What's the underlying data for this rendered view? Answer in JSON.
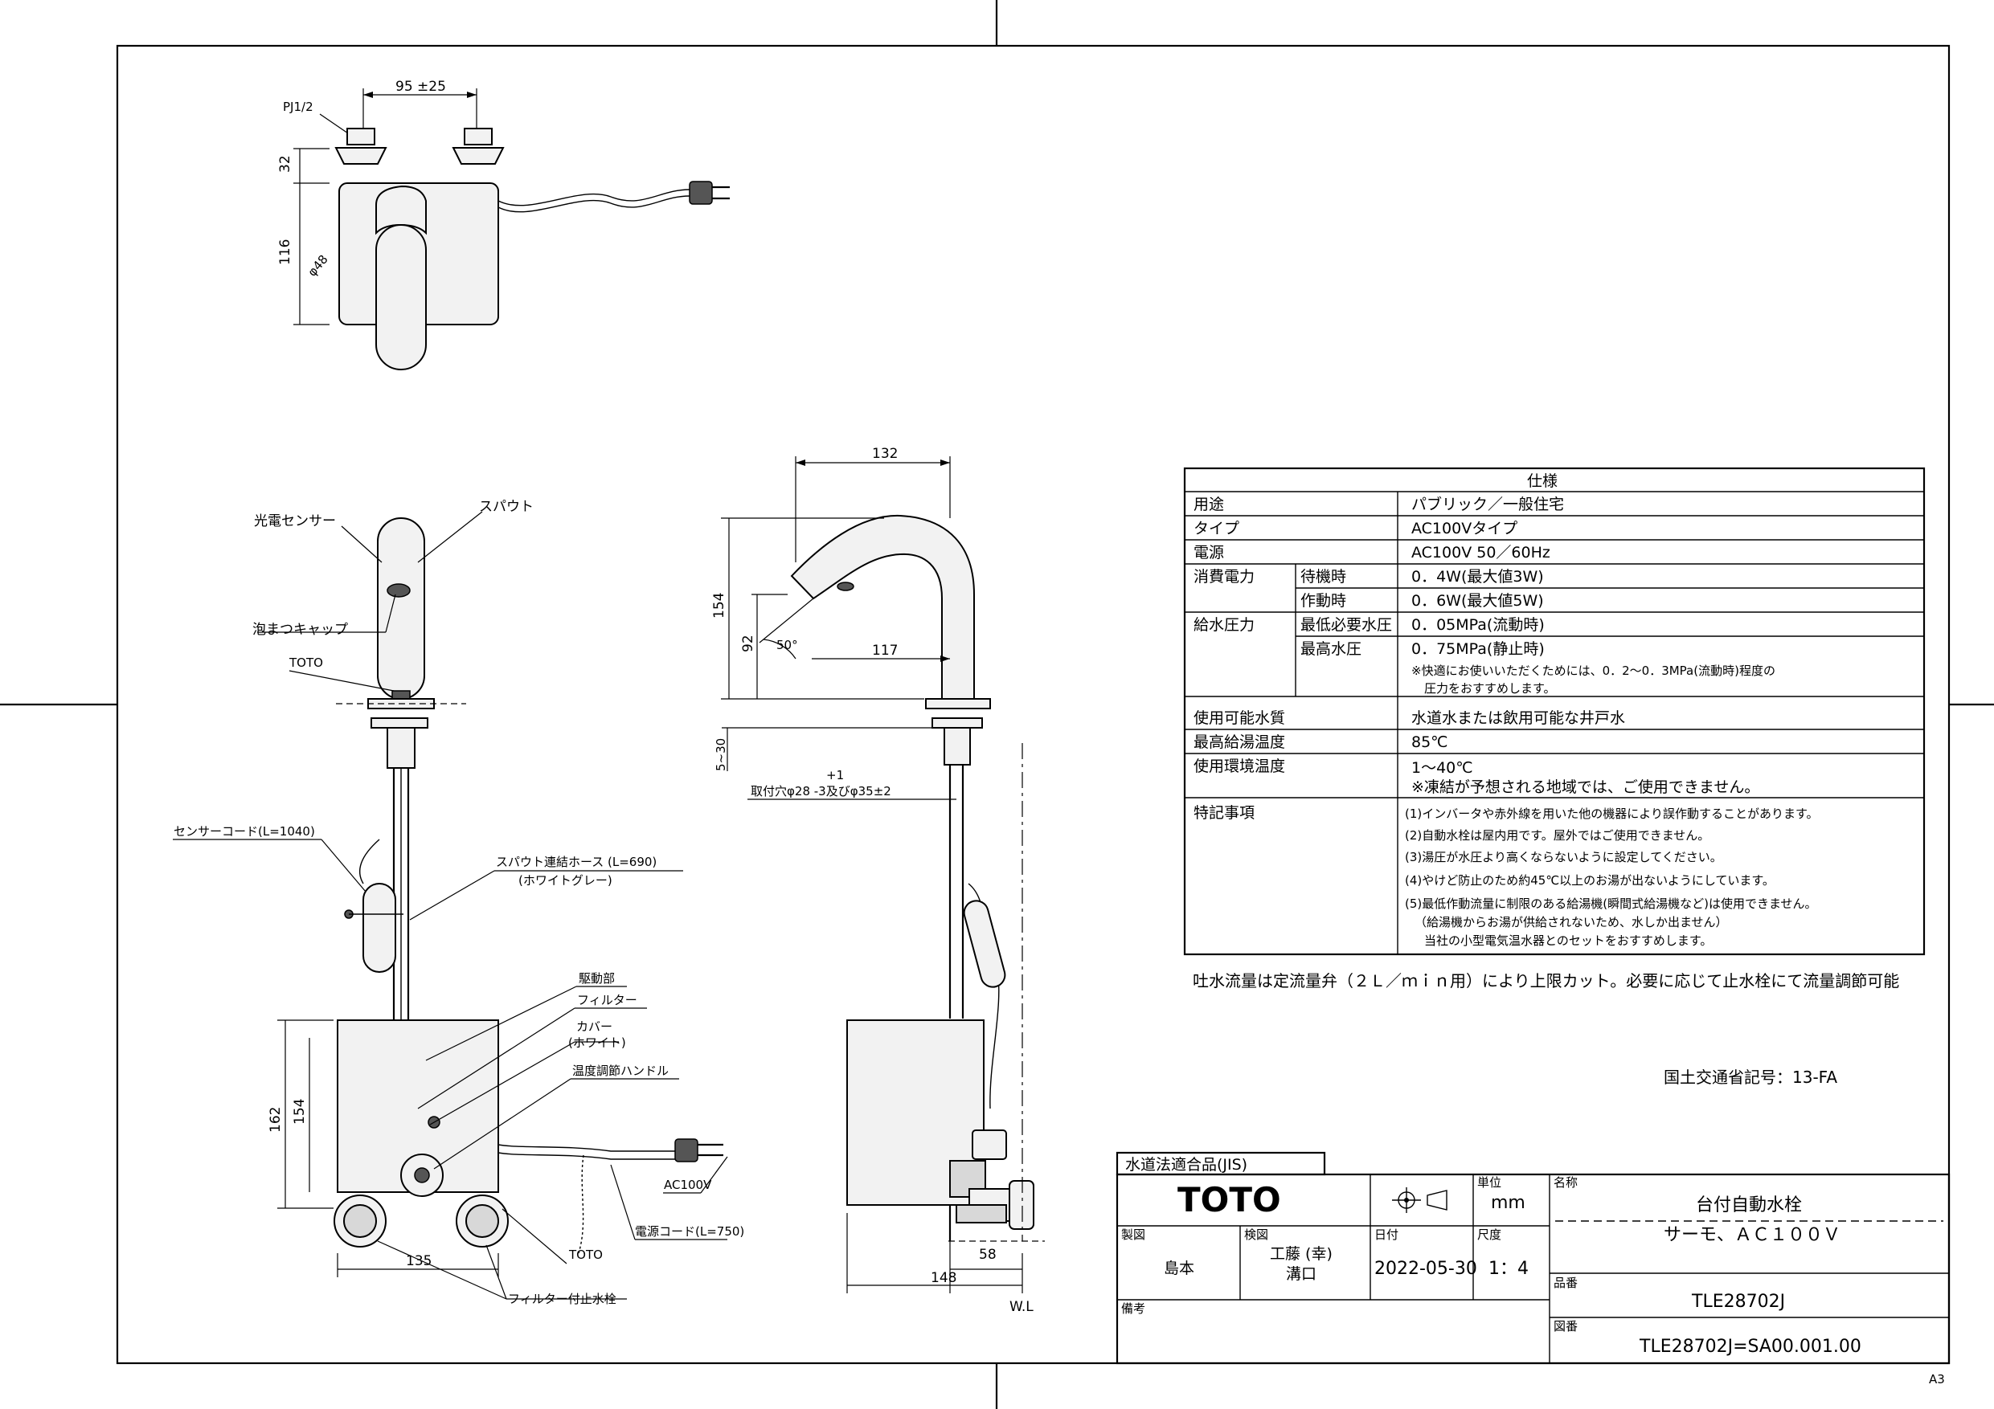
{
  "sheet": {
    "paper_size": "A3",
    "registration_code": "国土交通省記号：13-FA"
  },
  "spec": {
    "title": "仕様",
    "rows": [
      {
        "label": "用途",
        "sub": "",
        "value": "パブリック／一般住宅"
      },
      {
        "label": "タイプ",
        "sub": "",
        "value": "AC100Vタイプ"
      },
      {
        "label": "電源",
        "sub": "",
        "value": "AC100V 50／60Hz"
      },
      {
        "label": "消費電力",
        "sub": "待機時",
        "value": "0．4W(最大値3W)"
      },
      {
        "label": "",
        "sub": "作動時",
        "value": "0．6W(最大値5W)"
      },
      {
        "label": "給水圧力",
        "sub": "最低必要水圧",
        "value": "0．05MPa(流動時)"
      },
      {
        "label": "",
        "sub": "最高水圧",
        "value": "0．75MPa(静止時)"
      },
      {
        "label": "使用可能水質",
        "sub": "",
        "value": "水道水または飲用可能な井戸水"
      },
      {
        "label": "最高給湯温度",
        "sub": "",
        "value": "85℃"
      },
      {
        "label": "使用環境温度",
        "sub": "",
        "value": "1～40℃"
      },
      {
        "label": "特記事項",
        "sub": "",
        "value": "(1)インバータや赤外線を用いた他の機器により誤作動することがあります。"
      }
    ],
    "max_pressure_note": [
      "※快適にお使いいただくためには、0．2～0．3MPa(流動時)程度の",
      "圧力をおすすめします。"
    ],
    "env_temp_note": "※凍結が予想される地域では、ご使用できません。",
    "notes": [
      "(2)自動水栓は屋内用です。屋外ではご使用できません。",
      "(3)湯圧が水圧より高くならないように設定してください。",
      "(4)やけど防止のため約45℃以上のお湯が出ないようにしています。",
      "(5)最低作動流量に制限のある給湯機(瞬間式給湯機など)は使用できません。",
      "（給湯機からお湯が供給されないため、水しか出ません）",
      "当社の小型電気温水器とのセットをおすすめします。"
    ],
    "flow_note": "吐水流量は定流量弁（２Ｌ／ｍｉｎ用）により上限カット。必要に応じて止水栓にて流量調節可能"
  },
  "top_view": {
    "dim_width": "95 ±25",
    "dim_top": "32",
    "dim_height": "116",
    "dim_diameter": "φ48",
    "thread": "PJ1/2"
  },
  "front_view": {
    "labels": {
      "sensor": "光電センサー",
      "spout": "スパウト",
      "aerator": "泡まつキャップ",
      "brand_mark": "TOTO",
      "sensor_cord": "センサーコード(L=1040)",
      "hose": "スパウト連結ホース (L=690)",
      "hose_color": "(ホワイトグレー)",
      "drive": "駆動部",
      "filter": "フィルター",
      "cover": "カバー",
      "cover_color": "(ホワイト)",
      "temp_handle": "温度調節ハンドル",
      "ac": "AC100V",
      "power_cord": "電源コード(L=750)",
      "brand_mark_box": "TOTO",
      "valve": "フィルター付止水栓"
    },
    "dims": {
      "h162": "162",
      "h154": "154",
      "w135": "135"
    }
  },
  "side_view": {
    "dims": {
      "w132": "132",
      "h154": "154",
      "h92": "92",
      "angle": "50°",
      "w117": "117",
      "h5_30": "5~30",
      "hole": "取付穴φ28 -3及びφ35±2",
      "hole_tol": "+1",
      "w148": "148",
      "w58": "58",
      "wl": "W.L"
    }
  },
  "title_block": {
    "jis": "水道法適合品(JIS)",
    "logo": "TOTO",
    "unit_label": "単位",
    "unit": "mm",
    "name_label": "名称",
    "name": "台付自動水栓",
    "name2": "サーモ、ＡＣ１００Ｖ",
    "drawn_label": "製図",
    "drawn": "島本",
    "checked_label": "検図",
    "checked1": "工藤 (幸)",
    "checked2": "溝口",
    "date_label": "日付",
    "date": "2022-05-30",
    "scale_label": "尺度",
    "scale": "1：4",
    "part_label": "品番",
    "part": "TLE28702J",
    "remarks_label": "備考",
    "dwg_label": "図番",
    "dwg": "TLE28702J=SA00.001.00"
  }
}
